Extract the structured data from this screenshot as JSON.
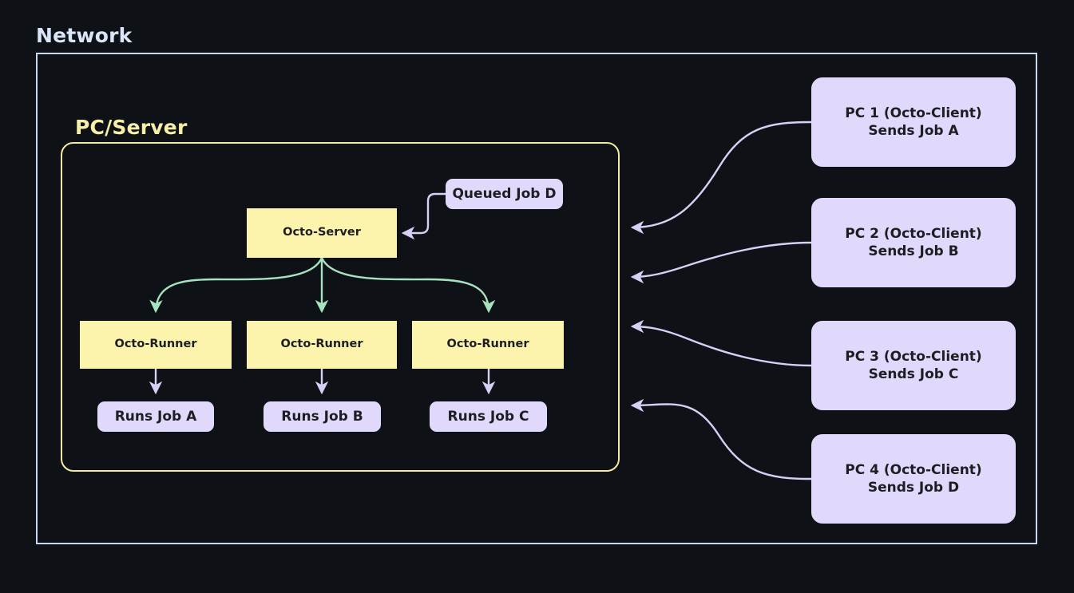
{
  "background": "#0E1116",
  "colors": {
    "network_border": "#C7D9F2",
    "server_border": "#F5EBA4",
    "node_yellow": "#FCF3AD",
    "node_lavender": "#E0D9FC",
    "edge_lavender": "#D7D0F5",
    "edge_green": "#A7E3C0",
    "text_dark": "#1E1E22",
    "title_network": "#D9E6F8",
    "title_server": "#F7EFA8"
  },
  "clusters": {
    "network": {
      "title": "Network"
    },
    "server": {
      "title": "PC/Server"
    }
  },
  "nodes": {
    "octo_server": {
      "label": "Octo-Server"
    },
    "queued_job": {
      "label": "Queued Job D"
    },
    "runners": [
      {
        "label": "Octo-Runner"
      },
      {
        "label": "Octo-Runner"
      },
      {
        "label": "Octo-Runner"
      }
    ],
    "jobs": [
      {
        "label": "Runs Job A"
      },
      {
        "label": "Runs Job B"
      },
      {
        "label": "Runs Job C"
      }
    ],
    "clients": [
      {
        "line1": "PC 1 (Octo-Client)",
        "line2": "Sends Job A"
      },
      {
        "line1": "PC 2 (Octo-Client)",
        "line2": "Sends Job B"
      },
      {
        "line1": "PC 3 (Octo-Client)",
        "line2": "Sends Job C"
      },
      {
        "line1": "PC 4 (Octo-Client)",
        "line2": "Sends Job D"
      }
    ]
  },
  "edges": [
    {
      "from": "queued_job",
      "to": "octo_server",
      "color": "#D7D0F5"
    },
    {
      "from": "octo_server",
      "to": "runner_1",
      "color": "#A7E3C0"
    },
    {
      "from": "octo_server",
      "to": "runner_2",
      "color": "#A7E3C0"
    },
    {
      "from": "octo_server",
      "to": "runner_3",
      "color": "#A7E3C0"
    },
    {
      "from": "runner_1",
      "to": "job_a",
      "color": "#D7D0F5"
    },
    {
      "from": "runner_2",
      "to": "job_b",
      "color": "#D7D0F5"
    },
    {
      "from": "runner_3",
      "to": "job_c",
      "color": "#D7D0F5"
    },
    {
      "from": "pc_1",
      "to": "server_cluster",
      "color": "#D7D0F5"
    },
    {
      "from": "pc_2",
      "to": "server_cluster",
      "color": "#D7D0F5"
    },
    {
      "from": "pc_3",
      "to": "server_cluster",
      "color": "#D7D0F5"
    },
    {
      "from": "pc_4",
      "to": "server_cluster",
      "color": "#D7D0F5"
    }
  ]
}
